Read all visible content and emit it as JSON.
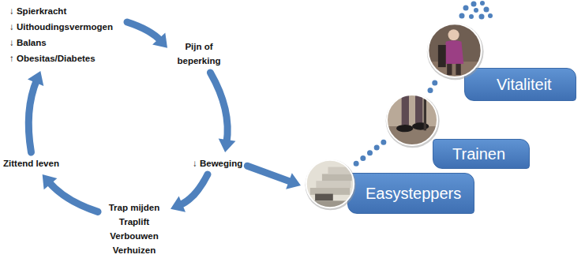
{
  "diagram": {
    "nodes": [
      {
        "text": [
          "↓ Spierkracht",
          "↓ Uithoudingsvermogen",
          "↓ Balans",
          "↑ Obesitas/Diabetes"
        ]
      },
      {
        "text": [
          "Pijn of beperking"
        ]
      },
      {
        "text": [
          "↓ Beweging"
        ]
      },
      {
        "text": [
          "Trap mijden",
          "Traplift",
          "Verbouwen",
          "Verhuizen"
        ]
      },
      {
        "text": [
          "Zittend leven"
        ]
      },
      {
        "text": [
          "Easysteppers"
        ]
      },
      {
        "text": [
          "Trainen"
        ]
      },
      {
        "text": [
          "Vitaliteit"
        ]
      }
    ],
    "edges": [
      {
        "from": 0,
        "to": 1,
        "arrow": "to"
      },
      {
        "from": 1,
        "to": 2,
        "arrow": "to"
      },
      {
        "from": 2,
        "to": 3,
        "arrow": "to"
      },
      {
        "from": 3,
        "to": 4,
        "arrow": "to"
      },
      {
        "from": 4,
        "to": 0,
        "arrow": "to"
      },
      {
        "from": 2,
        "to": 5,
        "arrow": "to"
      },
      {
        "from": 5,
        "to": 6,
        "arrow": "none"
      },
      {
        "from": 6,
        "to": 7,
        "arrow": "none"
      }
    ]
  }
}
